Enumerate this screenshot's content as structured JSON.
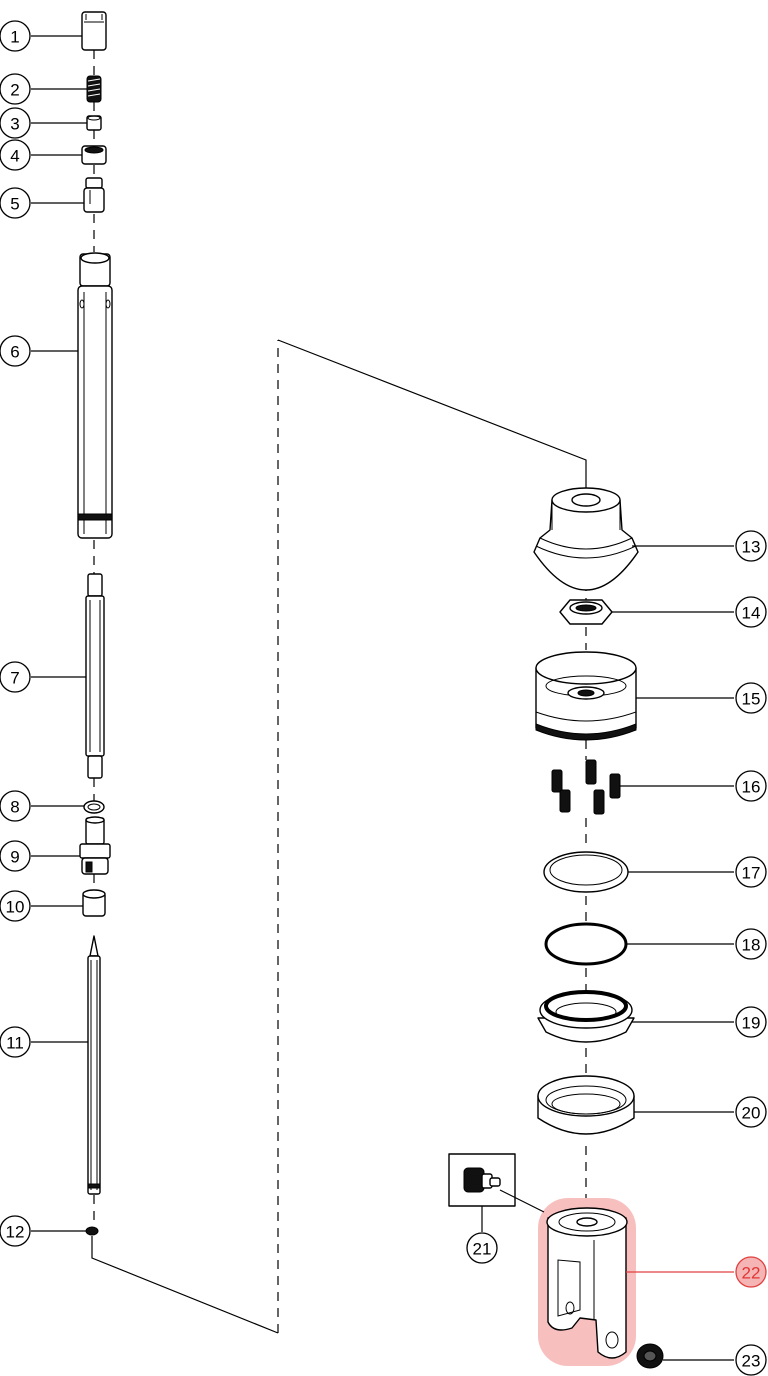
{
  "callouts": [
    {
      "id": "1",
      "label": "1",
      "highlighted": false
    },
    {
      "id": "2",
      "label": "2",
      "highlighted": false
    },
    {
      "id": "3",
      "label": "3",
      "highlighted": false
    },
    {
      "id": "4",
      "label": "4",
      "highlighted": false
    },
    {
      "id": "5",
      "label": "5",
      "highlighted": false
    },
    {
      "id": "6",
      "label": "6",
      "highlighted": false
    },
    {
      "id": "7",
      "label": "7",
      "highlighted": false
    },
    {
      "id": "8",
      "label": "8",
      "highlighted": false
    },
    {
      "id": "9",
      "label": "9",
      "highlighted": false
    },
    {
      "id": "10",
      "label": "10",
      "highlighted": false
    },
    {
      "id": "11",
      "label": "11",
      "highlighted": false
    },
    {
      "id": "12",
      "label": "12",
      "highlighted": false
    },
    {
      "id": "13",
      "label": "13",
      "highlighted": false
    },
    {
      "id": "14",
      "label": "14",
      "highlighted": false
    },
    {
      "id": "15",
      "label": "15",
      "highlighted": false
    },
    {
      "id": "16",
      "label": "16",
      "highlighted": false
    },
    {
      "id": "17",
      "label": "17",
      "highlighted": false
    },
    {
      "id": "18",
      "label": "18",
      "highlighted": false
    },
    {
      "id": "19",
      "label": "19",
      "highlighted": false
    },
    {
      "id": "20",
      "label": "20",
      "highlighted": false
    },
    {
      "id": "21",
      "label": "21",
      "highlighted": false
    },
    {
      "id": "22",
      "label": "22",
      "highlighted": true
    },
    {
      "id": "23",
      "label": "23",
      "highlighted": false
    }
  ],
  "colors": {
    "highlight_fill": "#f28b8b",
    "highlight_stroke": "#e04040",
    "highlight_text": "#e03535",
    "line": "#000000",
    "background": "#ffffff"
  }
}
